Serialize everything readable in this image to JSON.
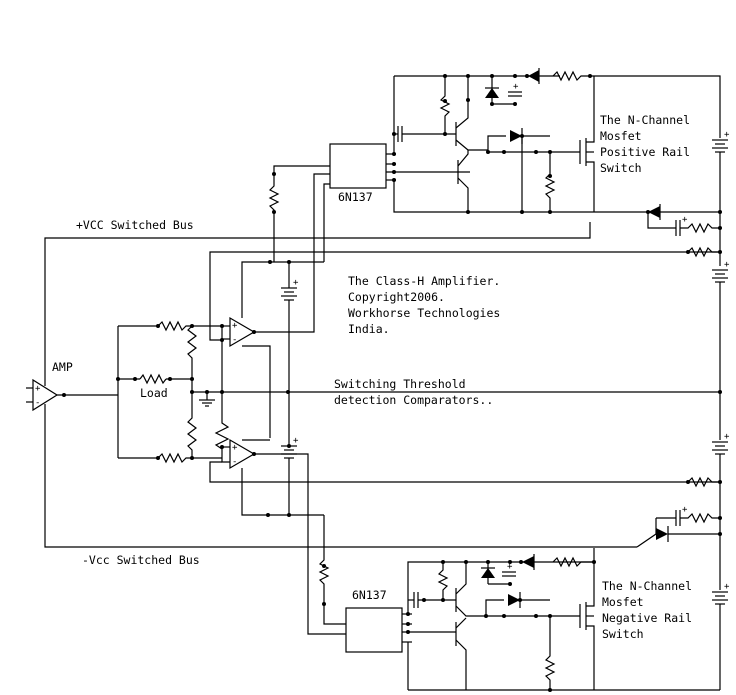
{
  "labels": {
    "pos_bus": "+VCC Switched Bus",
    "neg_bus": "-Vcc Switched Bus",
    "amp": "AMP",
    "load": "Load",
    "opto_top": "6N137",
    "opto_bottom": "6N137",
    "switching_line1": "Switching Threshold",
    "switching_line2": "detection Comparators..",
    "pos_switch": [
      "The N-Channel",
      "Mosfet",
      "Positive Rail",
      "Switch"
    ],
    "neg_switch": [
      "The N-Channel",
      "Mosfet",
      "Negative Rail",
      "Switch"
    ],
    "credits": [
      "The Class-H Amplifier.",
      "Copyright2006.",
      "Workhorse Technologies",
      "India."
    ]
  },
  "icons": [
    "opamp-symbol",
    "resistor-symbol",
    "capacitor-symbol",
    "battery-symbol",
    "diode-symbol",
    "zener-diode-symbol",
    "npn-transistor-symbol",
    "mosfet-symbol",
    "ground-symbol",
    "optocoupler-symbol"
  ]
}
